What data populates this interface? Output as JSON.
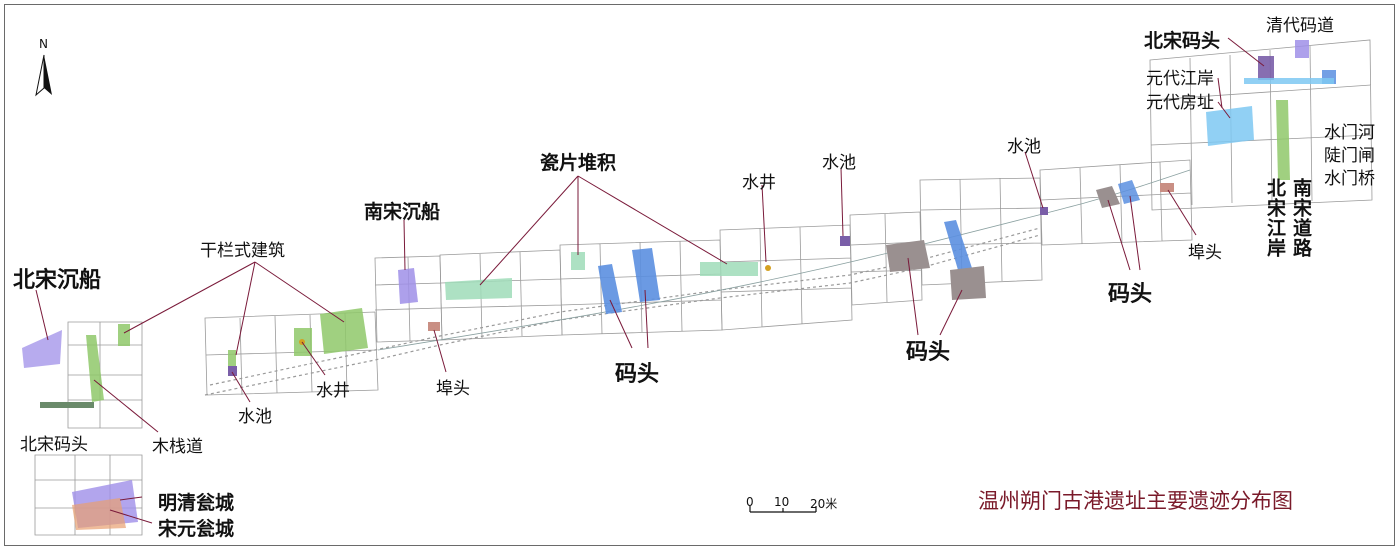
{
  "title": "温州朔门古港遗址主要遗迹分布图",
  "north": "N",
  "scale_bar": {
    "ticks": [
      "0",
      "10",
      "20米"
    ]
  },
  "colors": {
    "wharf_blue": "#5b8fe0",
    "green": "#8fc86a",
    "light_green": "#9fdcb8",
    "purple": "#9f8fe8",
    "dark_purple": "#7a5ea8",
    "gray": "#9a9090",
    "brown": "#c98f84",
    "cyan": "#7ec8f2",
    "leader": "#7a1a3a",
    "title": "#7a1a2a"
  },
  "labels": {
    "bei_song_chenchuan": "北宋沉船",
    "bei_song_matou_left": "北宋码头",
    "ming_qing_ciceng": "明清瓮城",
    "song_yuan_ciceng": "宋元瓮城",
    "mu_zhandao": "木栈道",
    "gan_lan": "干栏式建筑",
    "shui_chi_1": "水池",
    "shui_jing_1": "水井",
    "nan_song_chenchuan": "南宋沉船",
    "bu_tou_1": "埠头",
    "ci_pian": "瓷片堆积",
    "ma_tou_1": "码头",
    "shui_jing_2": "水井",
    "shui_chi_2": "水池",
    "ma_tou_2": "码头",
    "shui_chi_3": "水池",
    "ma_tou_3": "码头",
    "bu_tou_2": "埠头",
    "bei_song_matou_right": "北宋码头",
    "qing_dai_madao": "清代码道",
    "yuan_dai_jiangan": "元代江岸",
    "yuan_dai_fangzhi": "元代房址",
    "shui_men_he": "水门河",
    "dou_men_zha": "陡门闸",
    "shui_men_qiao": "水门桥",
    "bei_song_jiangan": "北宋江岸",
    "nan_song_daolu": "南宋道路"
  }
}
